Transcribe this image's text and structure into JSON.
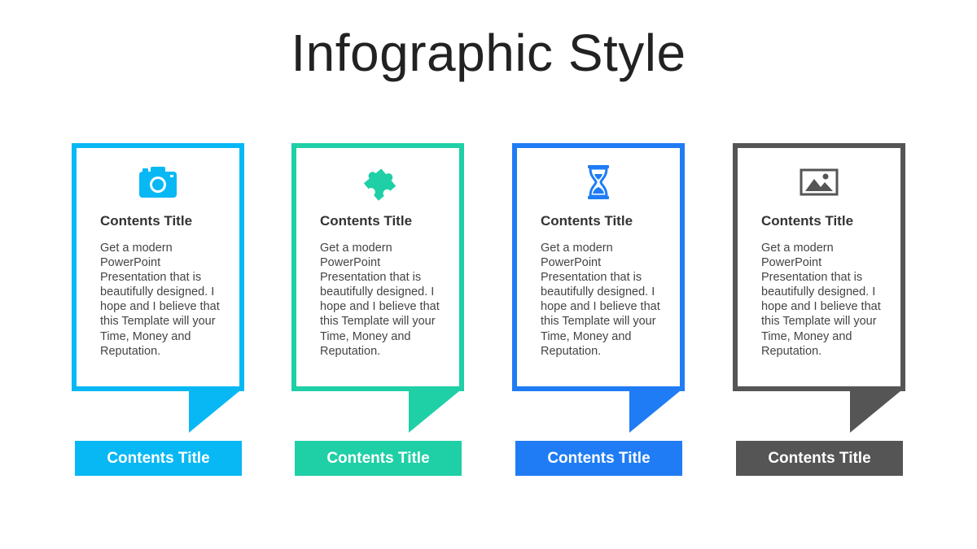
{
  "title": "Infographic Style",
  "cards": [
    {
      "icon": "camera-icon",
      "color": "#08B8F4",
      "heading": "Contents Title",
      "body": "Get a modern PowerPoint Presentation that is beautifully designed. I hope and I believe that this Template will your Time, Money and Reputation.",
      "button_label": "Contents Title"
    },
    {
      "icon": "puzzle-icon",
      "color": "#1FCFA6",
      "heading": "Contents Title",
      "body": "Get a modern PowerPoint Presentation that is beautifully designed. I hope and I believe that this Template will your Time, Money and Reputation.",
      "button_label": "Contents Title"
    },
    {
      "icon": "hourglass-icon",
      "color": "#1F7CF4",
      "heading": "Contents Title",
      "body": "Get a modern PowerPoint Presentation that is beautifully designed. I hope and I believe that this Template will your Time, Money and Reputation.",
      "button_label": "Contents Title"
    },
    {
      "icon": "image-icon",
      "color": "#555555",
      "heading": "Contents Title",
      "body": "Get a modern PowerPoint Presentation that is beautifully designed. I hope and I believe that this Template will your Time, Money and Reputation.",
      "button_label": "Contents Title"
    }
  ]
}
